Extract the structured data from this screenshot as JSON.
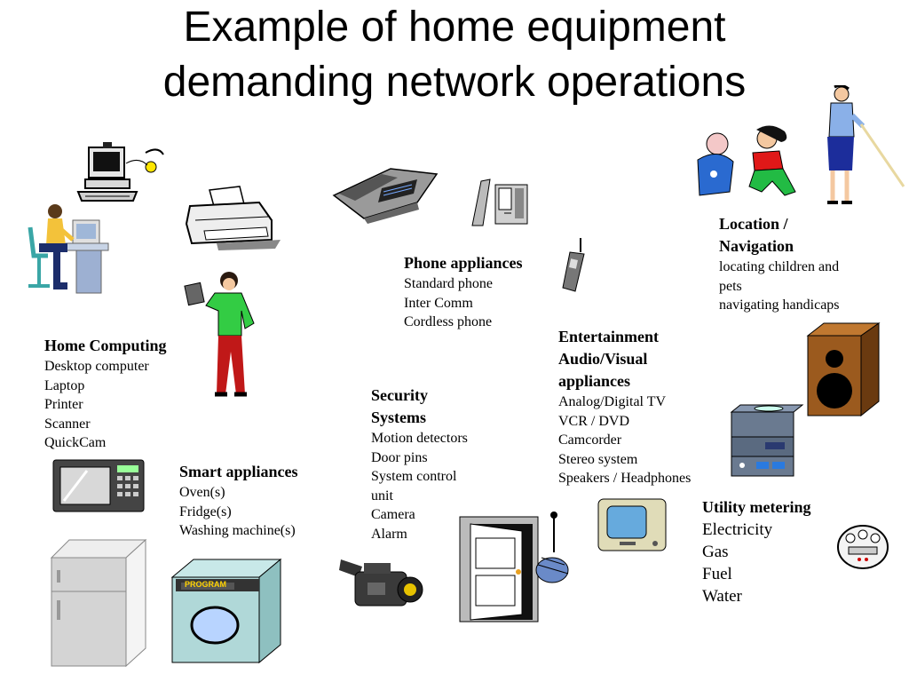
{
  "title": {
    "line1": "Example of home equipment",
    "line2": "demanding network operations"
  },
  "sections": {
    "phone": {
      "heading": "Phone appliances",
      "items": [
        "Standard phone",
        "Inter Comm",
        "Cordless phone"
      ]
    },
    "location": {
      "heading_line1": "Location /",
      "heading_line2": "Navigation",
      "items": [
        "locating children and",
        "pets",
        "navigating handicaps"
      ]
    },
    "computing": {
      "heading": "Home Computing",
      "items": [
        "Desktop computer",
        "Laptop",
        "Printer",
        "Scanner",
        "QuickCam"
      ]
    },
    "security": {
      "heading_line1": "Security",
      "heading_line2": "Systems",
      "items": [
        "Motion detectors",
        "Door pins",
        "System control",
        "unit",
        "Camera",
        "Alarm"
      ]
    },
    "entertainment": {
      "heading_line1": "Entertainment",
      "heading_line2": "Audio/Visual",
      "heading_line3": "appliances",
      "items": [
        "Analog/Digital TV",
        "VCR / DVD",
        "Camcorder",
        "Stereo system",
        "Speakers / Headphones"
      ]
    },
    "smart": {
      "heading": "Smart appliances",
      "items": [
        "Oven(s)",
        "Fridge(s)",
        "Washing machine(s)"
      ]
    },
    "utility": {
      "heading": "Utility metering",
      "items": [
        "Electricity",
        "Gas",
        "Fuel",
        "Water"
      ]
    }
  },
  "labels": {
    "washer_panel": "PROGRAM"
  },
  "icons": [
    "computer-user-icon",
    "desktop-computer-icon",
    "printer-icon",
    "fax-machine-icon",
    "phone-base-icon",
    "cordless-phone-icon",
    "laptop-woman-icon",
    "children-icon",
    "blind-person-icon",
    "speaker-icon",
    "stereo-icon",
    "microwave-icon",
    "fridge-icon",
    "washing-machine-icon",
    "camcorder-icon",
    "door-icon",
    "tv-icon",
    "meter-icon"
  ]
}
